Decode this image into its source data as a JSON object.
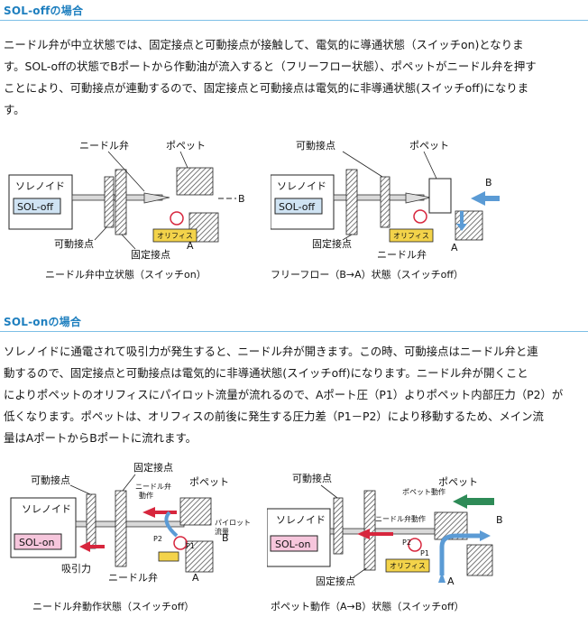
{
  "section1": {
    "heading": "SOL-offの場合",
    "para_lines": [
      "ニードル弁が中立状態では、固定接点と可動接点が接触して、電気的に導通状態（スイッチon)となりま",
      "す。SOL-offの状態でBポートから作動油が流入すると（フリーフロー状態）、ポペットがニードル弁を押す",
      "ことにより、可動接点が連動するので、固定接点と可動接点は電気的に非導通状態(スイッチoff)になりま",
      "す。"
    ]
  },
  "fig1": {
    "label_needle": "ニードル弁",
    "label_poppet": "ポペット",
    "label_solenoid": "ソレノイド",
    "sol_box": "SOL-off",
    "label_orifice": "オリフィス",
    "label_movable": "可動接点",
    "label_fixed": "固定接点",
    "port_a": "A",
    "port_b": "B",
    "caption": "ニードル弁中立状態（スイッチon）"
  },
  "fig2": {
    "label_movable": "可動接点",
    "label_poppet": "ポペット",
    "label_solenoid": "ソレノイド",
    "sol_box": "SOL-off",
    "label_orifice": "オリフィス",
    "label_fixed": "固定接点",
    "label_needle": "ニードル弁",
    "port_a": "A",
    "port_b": "B",
    "caption": "フリーフロー（B→A）状態（スイッチoff）"
  },
  "section2": {
    "heading": "SOL-onの場合",
    "para_lines": [
      "ソレノイドに通電されて吸引力が発生すると、ニードル弁が開きます。この時、可動接点はニードル弁と連",
      "動するので、固定接点と可動接点は電気的に非導通状態(スイッチoff)になります。ニードル弁が開くこと",
      "によりポペットのオリフィスにパイロット流量が流れるので、Aポート圧（P1）よりポペット内部圧力（P2）が",
      "低くなります。ポペットは、オリフィスの前後に発生する圧力差（P1－P2）により移動するため、メイン流",
      "量はAポートからBポートに流れます。"
    ]
  },
  "fig3": {
    "label_movable": "可動接点",
    "label_fixed": "固定接点",
    "label_needle_op": "ニードル弁",
    "label_needle_op2": "動作",
    "label_poppet": "ポペット",
    "label_pilot": "パイロット",
    "label_pilot2": "流量",
    "label_solenoid": "ソレノイド",
    "sol_box": "SOL-on",
    "label_suction": "吸引力",
    "label_needle": "ニードル弁",
    "p1": "P1",
    "p2": "P2",
    "port_a": "A",
    "port_b": "B",
    "caption": "ニードル弁動作状態（スイッチoff）"
  },
  "fig4": {
    "label_movable": "可動接点",
    "label_poppet_op": "ポペット動作",
    "label_poppet": "ポペット",
    "label_needle_op": "ニードル弁動作",
    "label_solenoid": "ソレノイド",
    "sol_box": "SOL-on",
    "label_orifice": "オリフィス",
    "label_fixed": "固定接点",
    "p1": "P1",
    "p2": "P2",
    "port_a": "A",
    "port_b": "B",
    "caption": "ポペット動作（A→B）状態（スイッチoff）"
  },
  "colors": {
    "heading": "#1e7fbf",
    "rule": "#7dbfe6",
    "flow_arrow": "#5b9bd5",
    "suction_arrow": "#d7263d",
    "poppet_arrow": "#2e8b57",
    "orifice_tag": "#f3d34a",
    "sol_on_box": "#f6c6dc",
    "sol_off_box": "#cfe3f3",
    "hatch": "#555555"
  }
}
